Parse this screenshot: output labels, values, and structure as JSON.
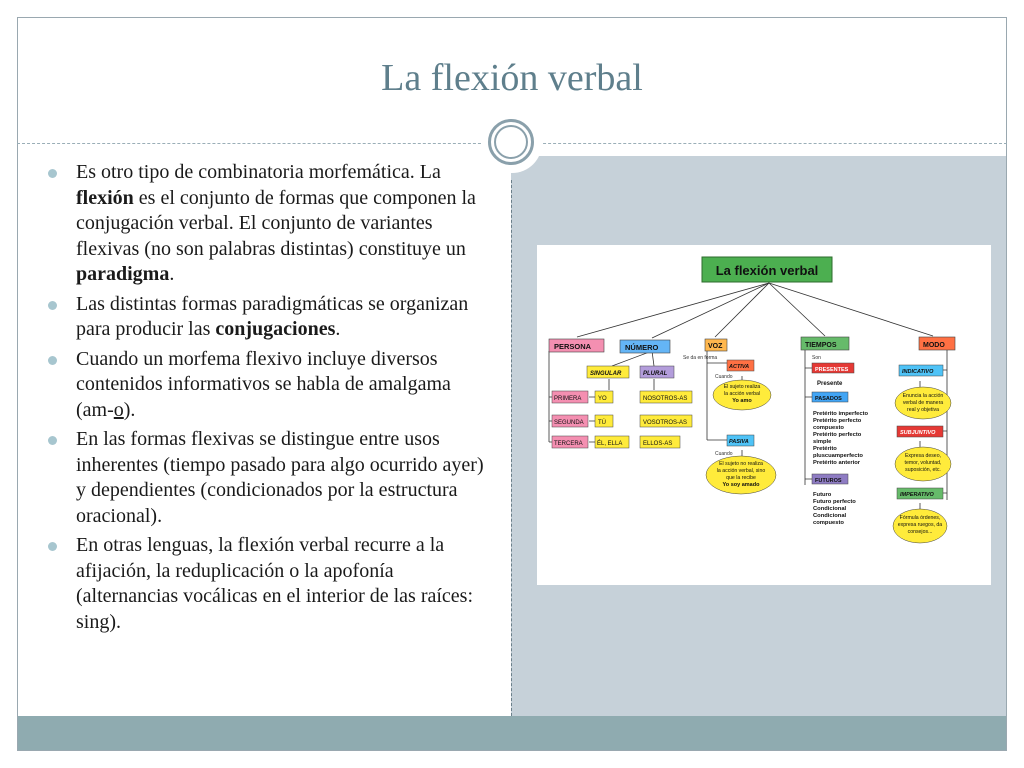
{
  "slide": {
    "title": "La flexión verbal",
    "bullets": [
      {
        "parts": [
          "Es otro tipo de combinatoria morfemática. La ",
          "flexión",
          " es el conjunto de formas que componen la conjugación verbal. El conjunto de variantes flexivas (no son palabras distintas) constituye un ",
          "paradigma",
          "."
        ]
      },
      {
        "parts": [
          "Las distintas formas paradigmáticas se organizan para producir las ",
          "conjugaciones",
          "."
        ]
      },
      {
        "parts": [
          "Cuando un morfema flexivo incluye diversos contenidos informativos se habla de amalgama (am-",
          "o",
          ")."
        ]
      },
      {
        "parts": [
          "En las formas flexivas  se distingue entre usos inherentes (tiempo pasado para algo ocurrido ayer) y dependientes (condicionados por la estructura oracional)."
        ]
      },
      {
        "parts": [
          "En otras lenguas, la flexión verbal recurre a la afijación, la reduplicación o la apofonía (alternancias vocálicas en el interior de las raíces: sing)."
        ]
      }
    ]
  },
  "diagram": {
    "root": "La flexión verbal",
    "persona": {
      "label": "PERSONA",
      "items": [
        "PRIMERA",
        "SEGUNDA",
        "TERCERA"
      ]
    },
    "numero": {
      "label": "NÚMERO",
      "singular": "SINGULAR",
      "plural": "PLURAL",
      "singular_items": [
        "YO",
        "TÚ",
        "ÉL, ELLA"
      ],
      "plural_items": [
        "NOSOTROS-AS",
        "VOSOTROS-AS",
        "ELLOS-AS"
      ]
    },
    "voz": {
      "label": "VOZ",
      "note": "Se da en forma",
      "activa": "ACTIVA",
      "cuando1": "Cuando",
      "activa_desc": [
        "El sujeto realiza",
        "la acción verbal",
        "Yo amo"
      ],
      "pasiva": "PASIVA",
      "cuando2": "Cuando",
      "pasiva_desc": [
        "El sujeto no realiza",
        "la acción verbal, sino",
        "que la recibe",
        "Yo soy amado"
      ]
    },
    "tiempos": {
      "label": "TIEMPOS",
      "son": "Son",
      "presentes": "PRESENTES",
      "presente_item": "Presente",
      "pasados": "PASADOS",
      "pasados_items": [
        "Pretérito imperfecto",
        "Pretérito perfecto",
        "compuesto",
        "Pretérito perfecto",
        "simple",
        "Pretérito",
        "pluscuamperfecto",
        "Pretérito anterior"
      ],
      "futuros": "FUTUROS",
      "futuros_items": [
        "Futuro",
        "Futuro perfecto",
        "Condicional",
        "Condicional",
        "compuesto"
      ]
    },
    "modo": {
      "label": "MODO",
      "indicativo": "INDICATIVO",
      "indicativo_desc": [
        "Enuncia la acción",
        "verbal de manera",
        "real y objetiva"
      ],
      "subjuntivo": "SUBJUNTIVO",
      "subjuntivo_desc": [
        "Expresa deseo,",
        "temor, voluntad,",
        "suposición, etc."
      ],
      "imperativo": "IMPERATIVO",
      "imperativo_desc": [
        "Fórmula órdenes,",
        "expresa ruegos, da",
        "consejos..."
      ]
    }
  },
  "colors": {
    "title": "#5f7f8c",
    "band": "#c6d1d9",
    "footer": "#8fabb0",
    "bullet": "#a7c6cf"
  }
}
